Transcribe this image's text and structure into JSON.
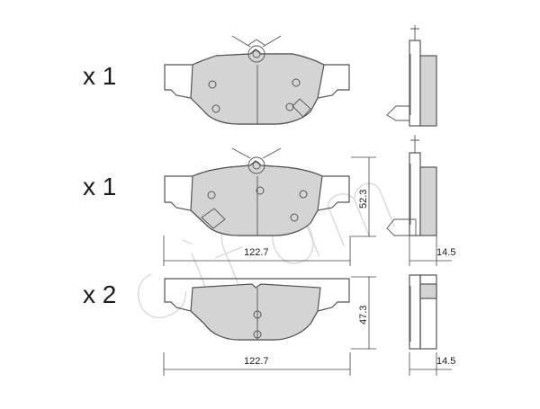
{
  "brand": {
    "watermark": "cifam"
  },
  "rows": [
    {
      "quantity": "x 1",
      "width_label": null,
      "height_label": null,
      "thickness_label": null
    },
    {
      "quantity": "x 1",
      "width_label": "122.7",
      "height_label": "52.3",
      "thickness_label": "14.5"
    },
    {
      "quantity": "x 2",
      "width_label": "122.7",
      "height_label": "47.3",
      "thickness_label": "14.5"
    }
  ],
  "colors": {
    "pad_fill": "#d4d4d4",
    "line": "#555555",
    "watermark": "#d9d9d9"
  }
}
